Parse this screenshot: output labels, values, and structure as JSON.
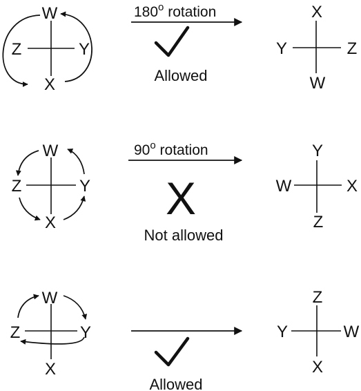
{
  "rows": [
    {
      "left": {
        "top": "W",
        "left": "Z",
        "right": "Y",
        "bottom": "X"
      },
      "header": {
        "main": "180",
        "sup": "o",
        "rest": " rotation"
      },
      "verdict": {
        "mark": "check",
        "caption": "Allowed"
      },
      "right": {
        "top": "X",
        "left": "Y",
        "right": "Z",
        "bottom": "W"
      }
    },
    {
      "left": {
        "top": "W",
        "left": "Z",
        "right": "Y",
        "bottom": "X"
      },
      "header": {
        "main": "90",
        "sup": "o",
        "rest": " rotation"
      },
      "verdict": {
        "mark": "X",
        "caption": "Not allowed"
      },
      "right": {
        "top": "Y",
        "left": "W",
        "right": "X",
        "bottom": "Z"
      }
    },
    {
      "left": {
        "top": "W",
        "left": "Z",
        "right": "Y",
        "bottom": "X"
      },
      "header": null,
      "verdict": {
        "mark": "check",
        "caption": "Allowed"
      },
      "right": {
        "top": "Z",
        "left": "Y",
        "right": "W",
        "bottom": "X"
      }
    }
  ]
}
